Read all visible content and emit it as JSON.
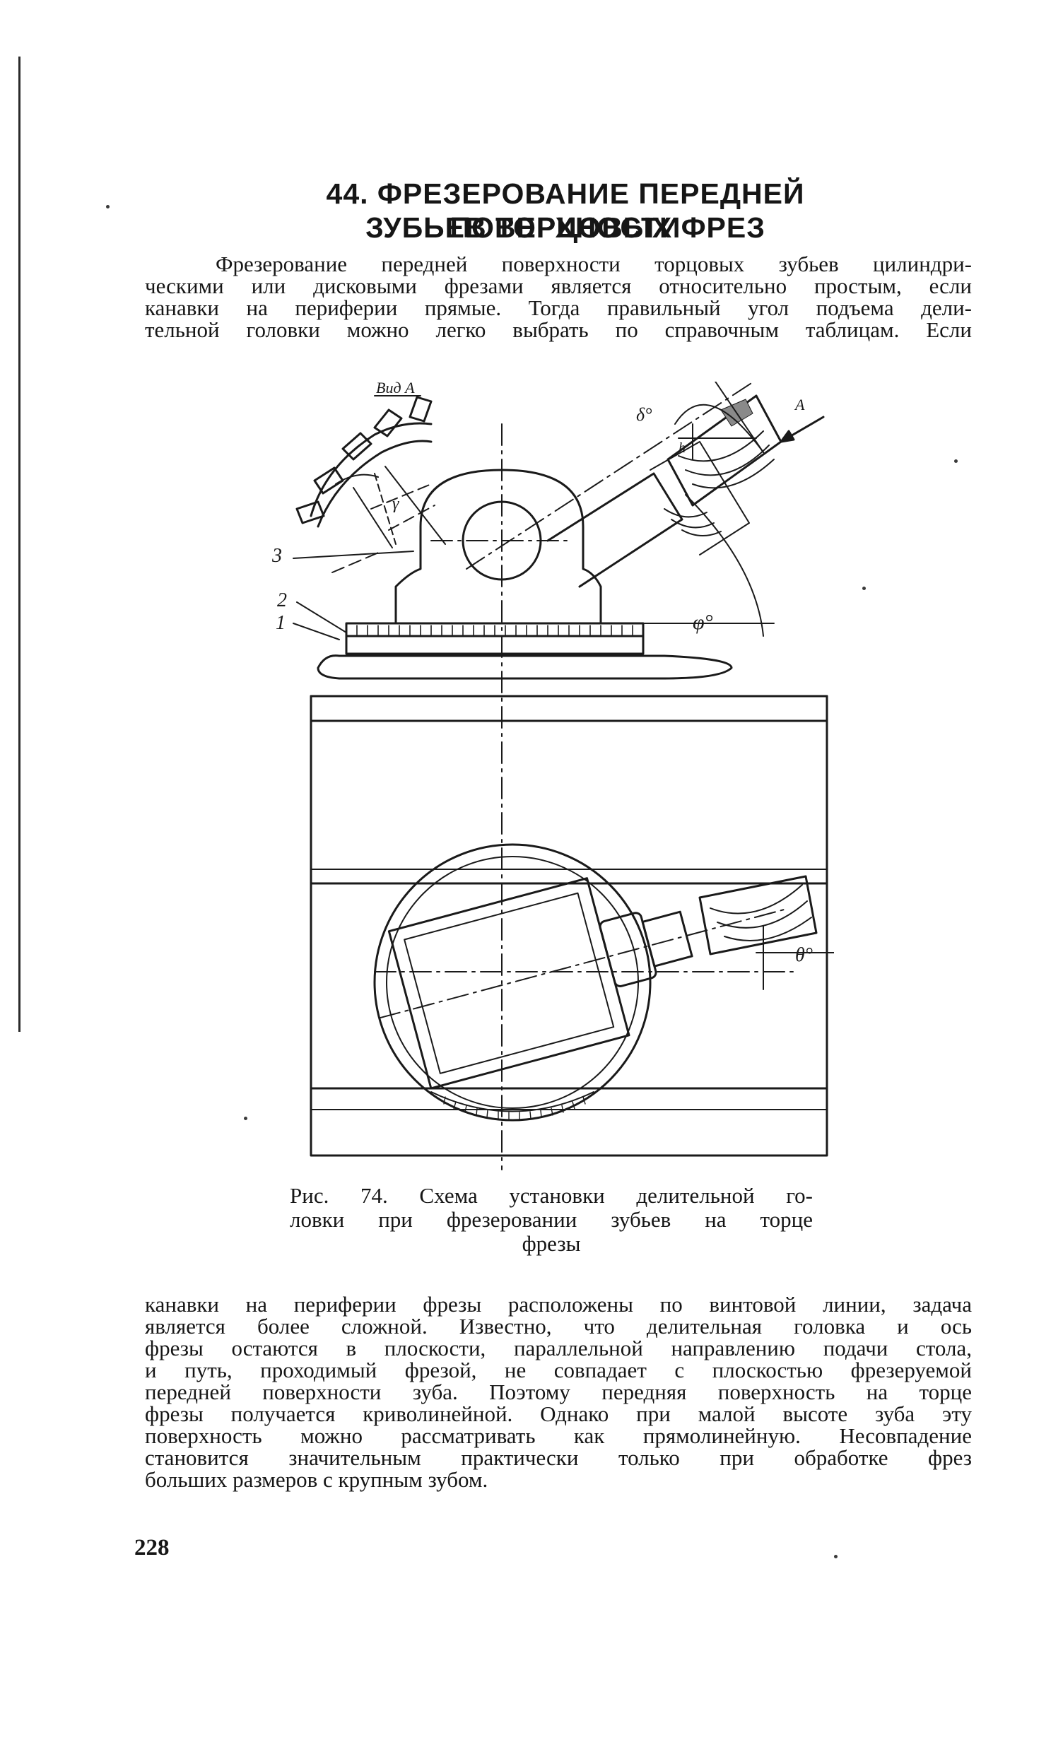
{
  "heading": {
    "line1": "44. ФРЕЗЕРОВАНИЕ ПЕРЕДНЕЙ ПОВЕРХНОСТИ",
    "line2": "ЗУБЬЕВ ТОРЦОВЫХ ФРЕЗ"
  },
  "intro_paragraph": [
    "Фрезерование передней поверхности торцовых зубьев цилиндри-",
    "ческими или дисковыми фрезами является относительно простым, если",
    "канавки на периферии прямые. Тогда правильный угол подъема дели-",
    "тельной головки можно легко выбрать по справочным таблицам. Если"
  ],
  "figure": {
    "labels": {
      "view_a": "Вид А",
      "arrow_a": "А",
      "delta": "δ°",
      "h": "h",
      "phi": "φ°",
      "theta": "θ°",
      "gamma": "γ",
      "part1": "1",
      "part2": "2",
      "part3": "3"
    },
    "caption": [
      "Рис. 74. Схема установки делительной го-",
      "ловки при фрезеровании зубьев на торце",
      "фрезы"
    ]
  },
  "main_paragraph": [
    "канавки на периферии фрезы расположены по винтовой линии, задача",
    "является более сложной. Известно, что делительная головка и ось",
    "фрезы остаются в плоскости, параллельной направлению подачи стола,",
    "и путь, проходимый фрезой, не совпадает с плоскостью фрезеруемой",
    "передней поверхности зуба. Поэтому передняя поверхность на торце",
    "фрезы получается криволинейной. Однако при малой высоте зуба эту",
    "поверхность можно рассматривать как прямолинейную. Несовпадение",
    "становится значительным практически только при обработке фрез",
    "больших размеров с крупным зубом."
  ],
  "page_number": "228"
}
